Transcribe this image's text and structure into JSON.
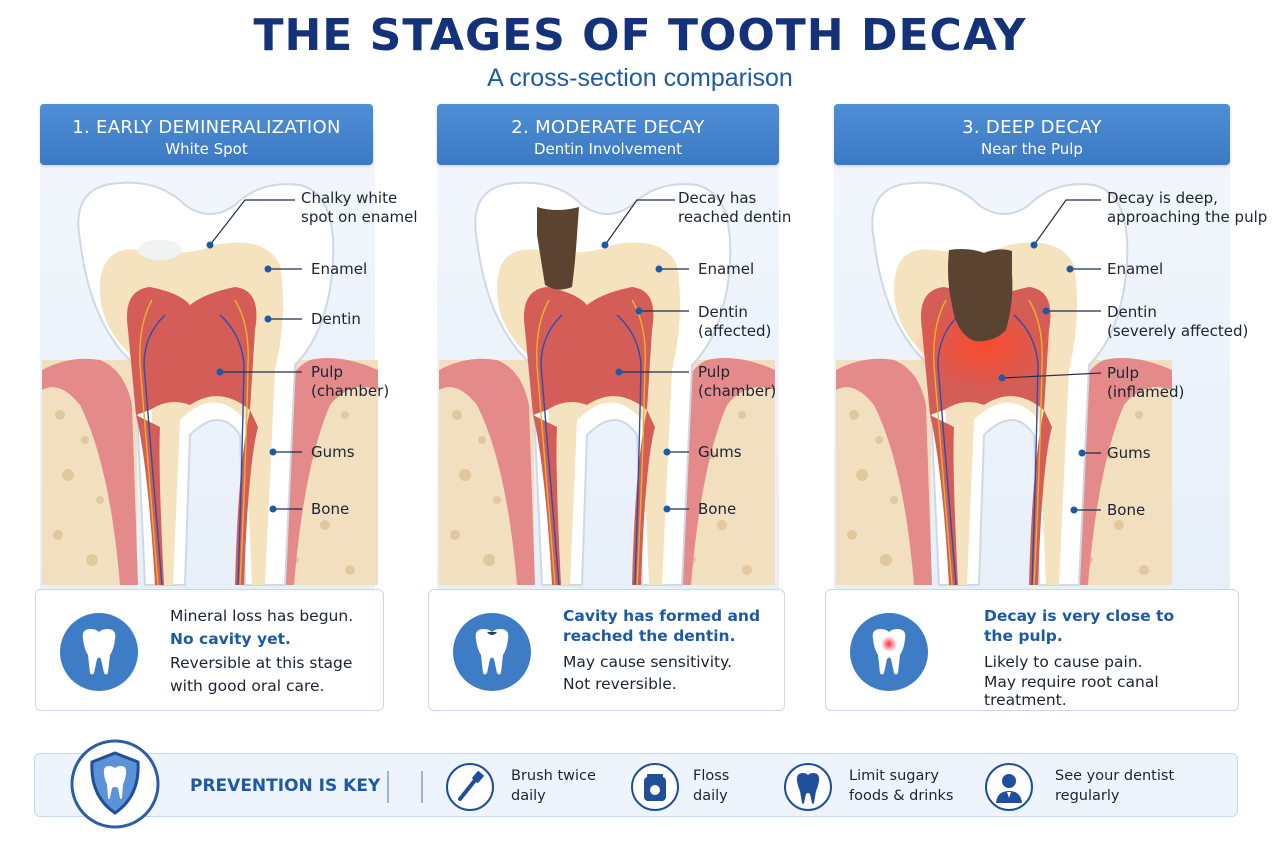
{
  "title": "THE STAGES OF TOOTH DECAY",
  "subtitle": "A cross-section comparison",
  "stages": [
    {
      "heading": "1. EARLY DEMINERALIZATION",
      "subheading": "White Spot",
      "labels": {
        "callout": [
          "Chalky white",
          "spot on enamel"
        ],
        "enamel": "Enamel",
        "dentin": [
          "Dentin"
        ],
        "pulp": [
          "Pulp",
          "(chamber)"
        ],
        "gums": "Gums",
        "bone": "Bone"
      },
      "info": {
        "lines": [
          {
            "text": "Mineral loss has begun.",
            "highlight": false
          },
          {
            "text": "No cavity yet.",
            "highlight": true
          },
          {
            "text": "Reversible at this stage",
            "highlight": false
          },
          {
            "text": "with good oral care.",
            "highlight": false
          }
        ]
      }
    },
    {
      "heading": "2. MODERATE DECAY",
      "subheading": "Dentin Involvement",
      "labels": {
        "callout": [
          "Decay has",
          "reached dentin"
        ],
        "enamel": "Enamel",
        "dentin": [
          "Dentin",
          "(affected)"
        ],
        "pulp": [
          "Pulp",
          "(chamber)"
        ],
        "gums": "Gums",
        "bone": "Bone"
      },
      "info": {
        "lines": [
          {
            "text": "Cavity has formed and",
            "highlight": true
          },
          {
            "text": "reached the dentin.",
            "highlight": true
          },
          {
            "text": "May cause sensitivity.",
            "highlight": false
          },
          {
            "text": "Not reversible.",
            "highlight": false
          }
        ]
      }
    },
    {
      "heading": "3. DEEP DECAY",
      "subheading": "Near the Pulp",
      "labels": {
        "callout": [
          "Decay is deep,",
          "approaching the pulp"
        ],
        "enamel": "Enamel",
        "dentin": [
          "Dentin",
          "(severely affected)"
        ],
        "pulp": [
          "Pulp",
          "(inflamed)"
        ],
        "gums": "Gums",
        "bone": "Bone"
      },
      "info": {
        "lines": [
          {
            "text": "Decay is very close to",
            "highlight": true
          },
          {
            "text": "the pulp.",
            "highlight": true
          },
          {
            "text": "Likely to cause pain.",
            "highlight": false
          },
          {
            "text": "May require root canal",
            "highlight": false
          },
          {
            "text": "treatment.",
            "highlight": false
          }
        ]
      }
    }
  ],
  "prevention": {
    "title": "PREVENTION IS KEY",
    "tips": [
      {
        "icon": "toothbrush-icon",
        "lines": [
          "Brush twice",
          "daily"
        ]
      },
      {
        "icon": "floss-icon",
        "lines": [
          "Floss",
          "daily"
        ]
      },
      {
        "icon": "tooth-icon",
        "lines": [
          "Limit sugary",
          "foods & drinks"
        ]
      },
      {
        "icon": "dentist-icon",
        "lines": [
          "See your dentist",
          "regularly"
        ]
      }
    ]
  },
  "colors": {
    "title": "#14327a",
    "accent": "#1d5aa6",
    "header": "#3b79c4",
    "gum": "#e58a8a",
    "bone": "#f1dfc0",
    "enamel": "#ffffff",
    "dentin": "#f5e2bf",
    "pulp": "#d45d58",
    "decay": "#5a4330"
  }
}
